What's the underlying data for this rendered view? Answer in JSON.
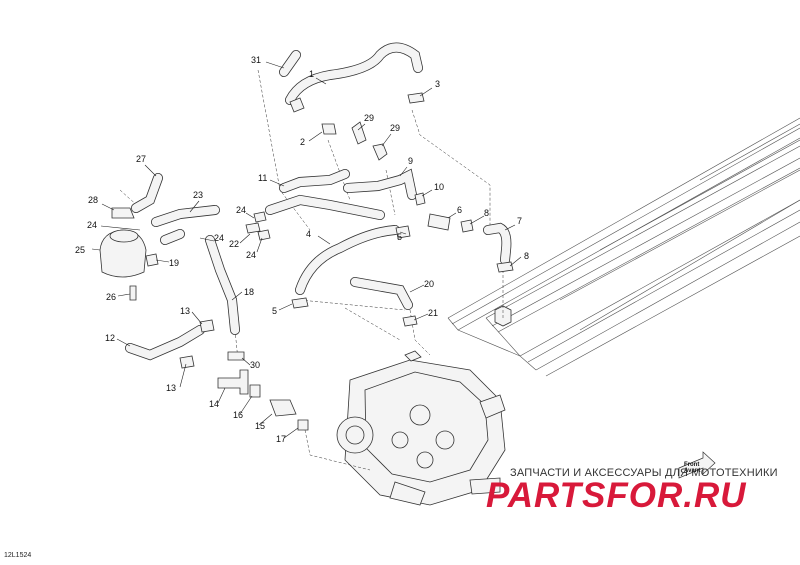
{
  "diagram_id": "12L1524",
  "watermark": {
    "caption": "ЗАПЧАСТИ И АКСЕССУАРЫ ДЛЯ МОТОТЕХНИКИ",
    "logo": "PARTSFOR.RU",
    "logo_color": "#d8193a"
  },
  "front_marker": {
    "line1": "Front",
    "line2": "Avant",
    "icon": "arrow-icon"
  },
  "callouts": [
    {
      "id": "31",
      "label": "31"
    },
    {
      "id": "1",
      "label": "1"
    },
    {
      "id": "3",
      "label": "3"
    },
    {
      "id": "2",
      "label": "2"
    },
    {
      "id": "29a",
      "label": "29"
    },
    {
      "id": "29b",
      "label": "29"
    },
    {
      "id": "27",
      "label": "27"
    },
    {
      "id": "9",
      "label": "9"
    },
    {
      "id": "11",
      "label": "11"
    },
    {
      "id": "10",
      "label": "10"
    },
    {
      "id": "28",
      "label": "28"
    },
    {
      "id": "23",
      "label": "23"
    },
    {
      "id": "6",
      "label": "6"
    },
    {
      "id": "8a",
      "label": "8"
    },
    {
      "id": "7",
      "label": "7"
    },
    {
      "id": "24a",
      "label": "24"
    },
    {
      "id": "24b",
      "label": "24"
    },
    {
      "id": "24c",
      "label": "24"
    },
    {
      "id": "24d",
      "label": "24"
    },
    {
      "id": "4",
      "label": "4"
    },
    {
      "id": "5a",
      "label": "5"
    },
    {
      "id": "22",
      "label": "22"
    },
    {
      "id": "25",
      "label": "25"
    },
    {
      "id": "19",
      "label": "19"
    },
    {
      "id": "8b",
      "label": "8"
    },
    {
      "id": "20",
      "label": "20"
    },
    {
      "id": "26",
      "label": "26"
    },
    {
      "id": "18",
      "label": "18"
    },
    {
      "id": "5b",
      "label": "5"
    },
    {
      "id": "21",
      "label": "21"
    },
    {
      "id": "13a",
      "label": "13"
    },
    {
      "id": "12",
      "label": "12"
    },
    {
      "id": "30",
      "label": "30"
    },
    {
      "id": "13b",
      "label": "13"
    },
    {
      "id": "14",
      "label": "14"
    },
    {
      "id": "16",
      "label": "16"
    },
    {
      "id": "15",
      "label": "15"
    },
    {
      "id": "17",
      "label": "17"
    }
  ]
}
